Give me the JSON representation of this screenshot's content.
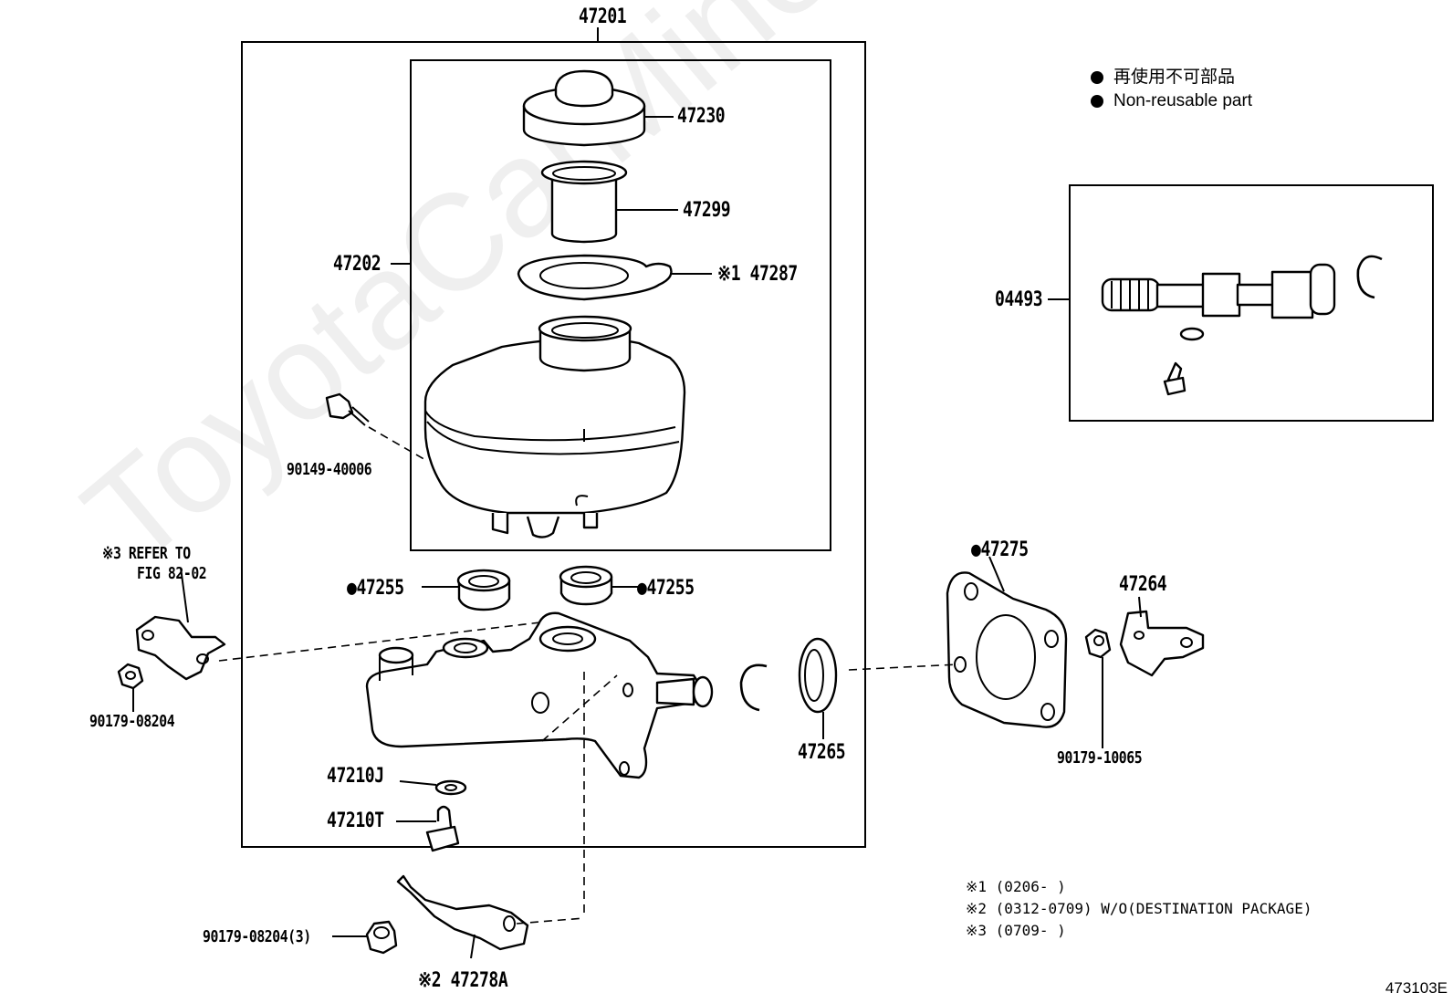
{
  "legend": {
    "japanese": "再使用不可部品",
    "english": "Non-reusable part"
  },
  "watermark": "ToyotaCarMine.ru",
  "page_number": "473103E",
  "labels": {
    "p47201": "47201",
    "p47230": "47230",
    "p47299": "47299",
    "p47202": "47202",
    "p47287": "※1 47287",
    "p90149": "90149-40006",
    "p47255_left": "●47255",
    "p47255_right": "●47255",
    "refer_line1": "※3 REFER TO",
    "refer_line2": "FIG 82-02",
    "p90179_08204": "90179-08204",
    "p47210J": "47210J",
    "p47210T": "47210T",
    "p90179_08204_3": "90179-08204(3)",
    "p47278A": "※2 47278A",
    "p47265": "47265",
    "p47275": "●47275",
    "p47264": "47264",
    "p90179_10065": "90179-10065",
    "p04493": "04493"
  },
  "notes": [
    "※1 (0206-      )",
    "※2 (0312-0709) W/O(DESTINATION PACKAGE)",
    "※3 (0709-      )"
  ]
}
